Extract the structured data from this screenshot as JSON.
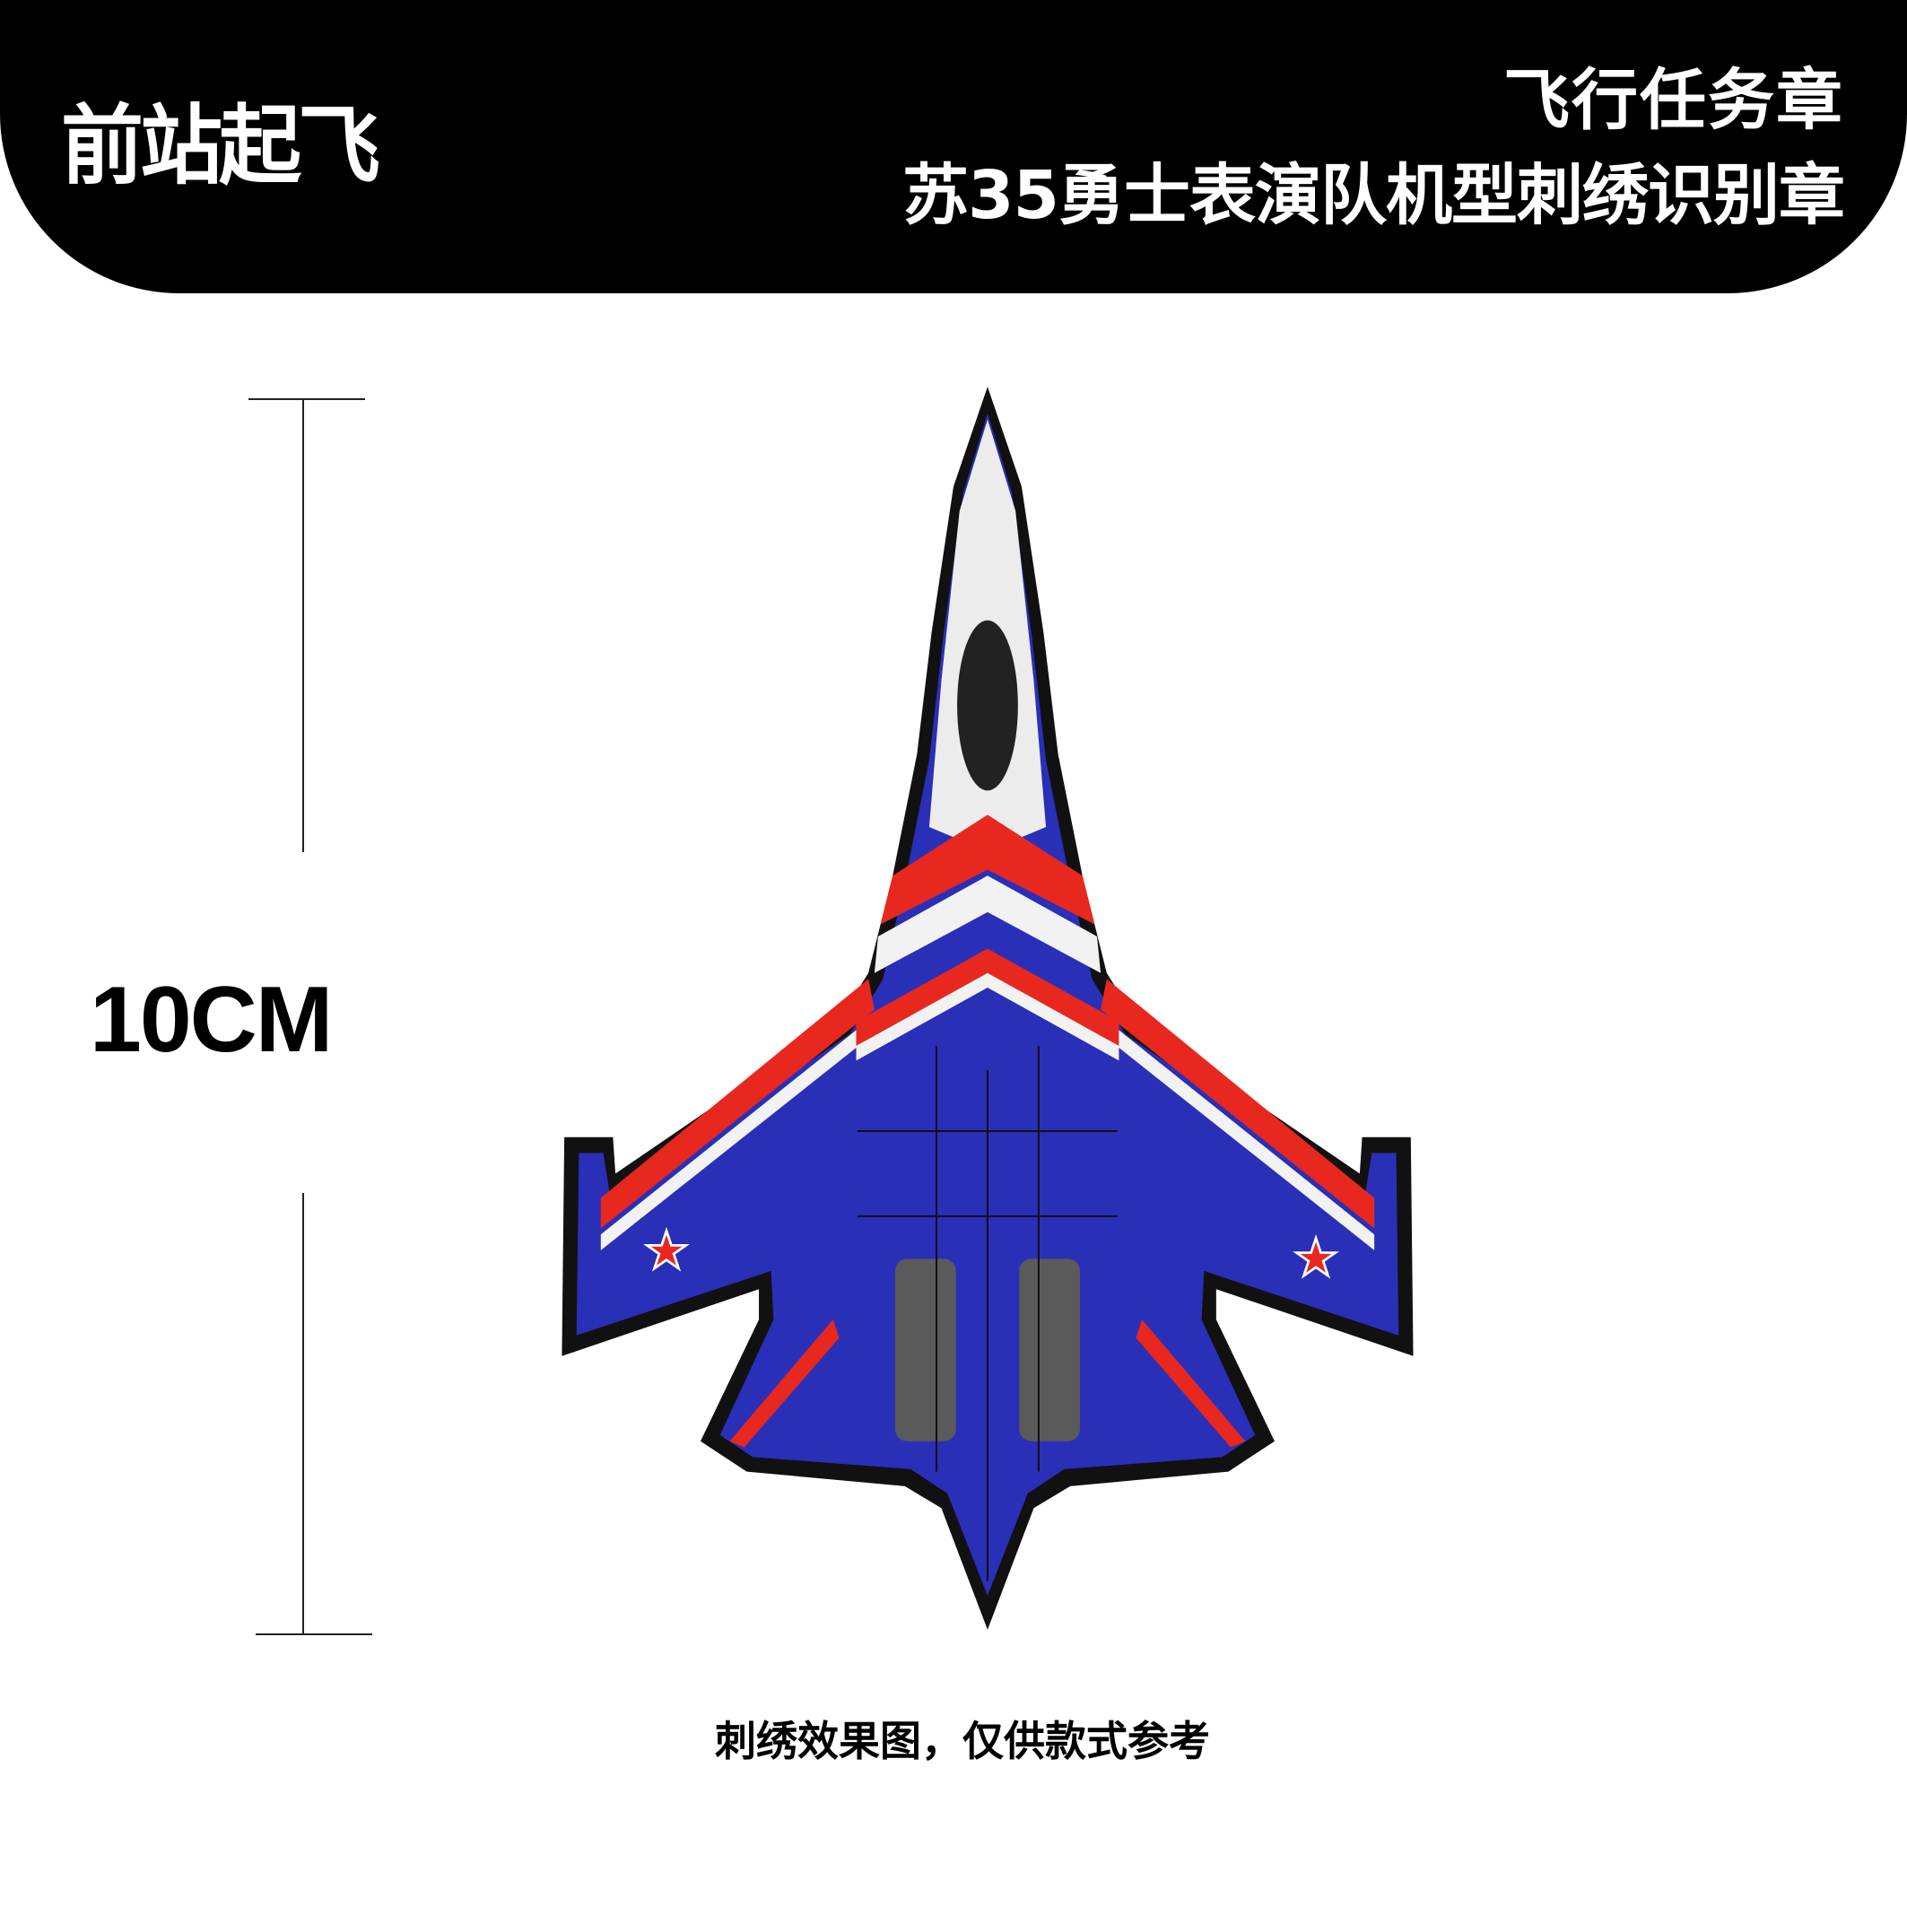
{
  "header": {
    "brand": "前站起飞",
    "title": "飞行任务章",
    "subtitle": "苏35勇士表演队机型刺绣识别章"
  },
  "measurement": {
    "label": "10CM"
  },
  "caption": "刺绣效果图，仅供款式参考",
  "colors": {
    "blue": "#2a2fb8",
    "red": "#e8281e",
    "black": "#111111",
    "grey": "#555555",
    "white": "#f2f2f2"
  }
}
